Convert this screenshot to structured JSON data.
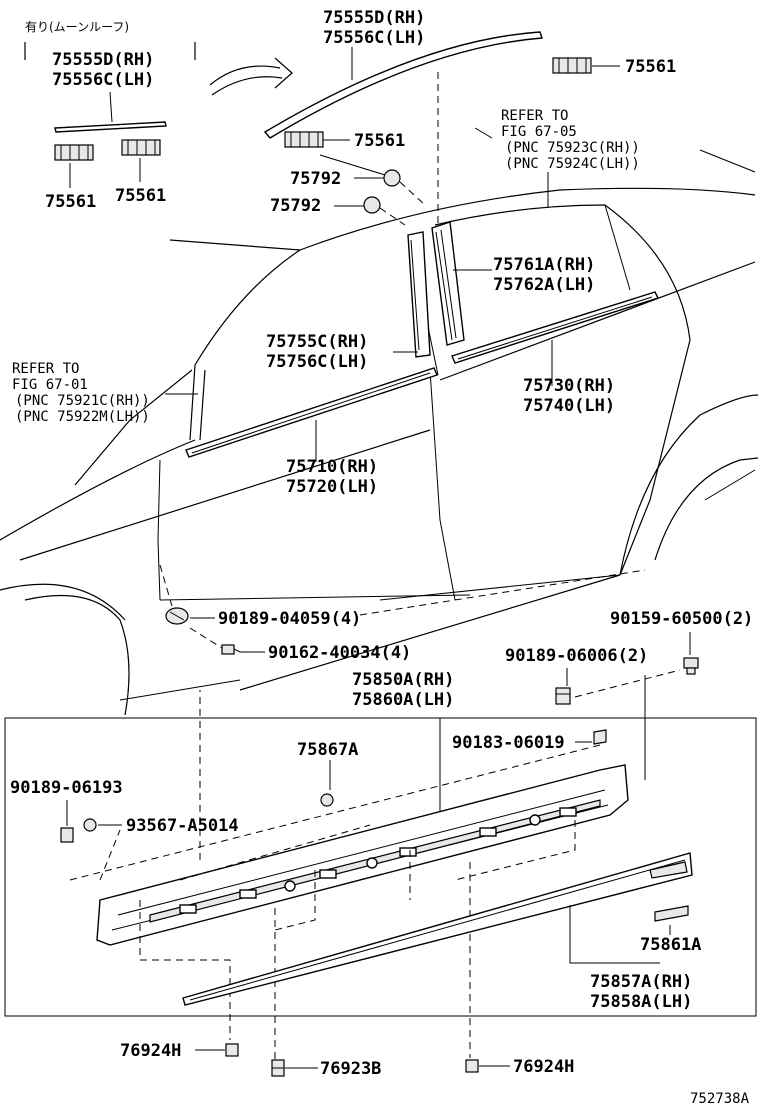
{
  "diagram_id": "752738A",
  "labels": {
    "moon_roof_note": "有り(ムーンルーフ)",
    "p_75555D_rh_left": "75555D(RH)",
    "p_75556C_lh_left": "75556C(LH)",
    "p_75555D_rh_top": "75555D(RH)",
    "p_75556C_lh_top": "75556C(LH)",
    "p_75561_a": "75561",
    "p_75561_b": "75561",
    "p_75561_c": "75561",
    "p_75561_d": "75561",
    "p_75792_a": "75792",
    "p_75792_b": "75792",
    "refer_fig_6705_l1": "REFER TO",
    "refer_fig_6705_l2": "FIG 67-05",
    "refer_fig_6705_l3": "(PNC 75923C(RH))",
    "refer_fig_6705_l4": "(PNC 75924C(LH))",
    "p_75761A_rh": "75761A(RH)",
    "p_75762A_lh": "75762A(LH)",
    "p_75755C_rh": "75755C(RH)",
    "p_75756C_lh": "75756C(LH)",
    "refer_fig_6701_l1": "REFER TO",
    "refer_fig_6701_l2": "FIG 67-01",
    "refer_fig_6701_l3": "(PNC 75921C(RH))",
    "refer_fig_6701_l4": "(PNC 75922M(LH))",
    "p_75730_rh": "75730(RH)",
    "p_75740_lh": "75740(LH)",
    "p_75710_rh": "75710(RH)",
    "p_75720_lh": "75720(LH)",
    "p_90189_04059": "90189-04059(4)",
    "p_90162_40034": "90162-40034(4)",
    "p_90159_60500": "90159-60500(2)",
    "p_90189_06006": "90189-06006(2)",
    "p_75850A_rh": "75850A(RH)",
    "p_75860A_lh": "75860A(LH)",
    "p_75867A": "75867A",
    "p_90183_06019": "90183-06019",
    "p_90189_06193": "90189-06193",
    "p_93567_A5014": "93567-A5014",
    "p_75861A": "75861A",
    "p_75857A_rh": "75857A(RH)",
    "p_75858A_lh": "75858A(LH)",
    "p_76924H_a": "76924H",
    "p_76923B": "76923B",
    "p_76924H_b": "76924H",
    "footer_code": "752738A"
  }
}
